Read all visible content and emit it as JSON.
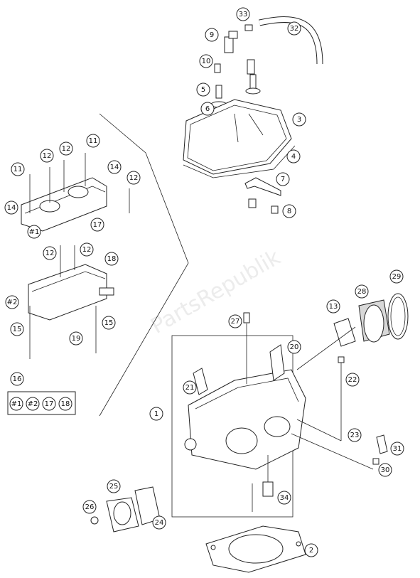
{
  "watermark": "PartsRepublik",
  "callouts": [
    {
      "id": "c33",
      "label": "33"
    },
    {
      "id": "c32",
      "label": "32"
    },
    {
      "id": "c9",
      "label": "9"
    },
    {
      "id": "c10",
      "label": "10"
    },
    {
      "id": "c5",
      "label": "5"
    },
    {
      "id": "c6",
      "label": "6"
    },
    {
      "id": "c3",
      "label": "3"
    },
    {
      "id": "c4",
      "label": "4"
    },
    {
      "id": "c7",
      "label": "7"
    },
    {
      "id": "c8",
      "label": "8"
    },
    {
      "id": "c11a",
      "label": "11"
    },
    {
      "id": "c11b",
      "label": "11"
    },
    {
      "id": "c12a",
      "label": "12"
    },
    {
      "id": "c12b",
      "label": "12"
    },
    {
      "id": "c12c",
      "label": "12"
    },
    {
      "id": "c14a",
      "label": "14"
    },
    {
      "id": "c14b",
      "label": "14"
    },
    {
      "id": "c1a",
      "label": "#1"
    },
    {
      "id": "c17a",
      "label": "17"
    },
    {
      "id": "c12d",
      "label": "12"
    },
    {
      "id": "c12e",
      "label": "12"
    },
    {
      "id": "c18a",
      "label": "18"
    },
    {
      "id": "c2a",
      "label": "#2"
    },
    {
      "id": "c15a",
      "label": "15"
    },
    {
      "id": "c15b",
      "label": "15"
    },
    {
      "id": "c19",
      "label": "19"
    },
    {
      "id": "c16",
      "label": "16"
    },
    {
      "id": "c1b",
      "label": "#1"
    },
    {
      "id": "c2b",
      "label": "#2"
    },
    {
      "id": "c17b",
      "label": "17"
    },
    {
      "id": "c18b",
      "label": "18"
    },
    {
      "id": "c29",
      "label": "29"
    },
    {
      "id": "c28",
      "label": "28"
    },
    {
      "id": "c13",
      "label": "13"
    },
    {
      "id": "c27",
      "label": "27"
    },
    {
      "id": "c20",
      "label": "20"
    },
    {
      "id": "c22",
      "label": "22"
    },
    {
      "id": "c21",
      "label": "21"
    },
    {
      "id": "c1",
      "label": "1"
    },
    {
      "id": "c23",
      "label": "23"
    },
    {
      "id": "c31",
      "label": "31"
    },
    {
      "id": "c30",
      "label": "30"
    },
    {
      "id": "c25",
      "label": "25"
    },
    {
      "id": "c34",
      "label": "34"
    },
    {
      "id": "c26",
      "label": "26"
    },
    {
      "id": "c24",
      "label": "24"
    },
    {
      "id": "c2",
      "label": "2"
    }
  ]
}
